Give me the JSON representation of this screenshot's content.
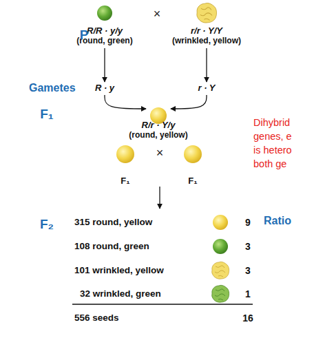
{
  "diagram": {
    "nodes": [
      {
        "text": [
          "R/R · y/y",
          "(round, green)"
        ]
      },
      {
        "text": [
          "r/r · Y/Y",
          "(wrinkled, yellow)"
        ]
      },
      {
        "text": [
          "R · y"
        ]
      },
      {
        "text": [
          "r · Y"
        ]
      },
      {
        "text": [
          "R/r · Y/y",
          "(round, yellow)"
        ]
      }
    ],
    "edges": [
      {
        "from": 0,
        "to": 2,
        "arrow": "to"
      },
      {
        "from": 1,
        "to": 3,
        "arrow": "to"
      },
      {
        "from": 2,
        "to": 4,
        "arrow": "to"
      },
      {
        "from": 3,
        "to": 4,
        "arrow": "to"
      }
    ],
    "labels": [
      "×",
      "P",
      "Gametes",
      "F₁",
      "Dihybrid",
      "genes, e",
      "is hetero",
      "both ge",
      "F₁",
      "×",
      "F₁",
      "F₂",
      "Ratio",
      "315 round, yellow",
      "9",
      "108 round, green",
      "3",
      "101 wrinkled, yellow",
      "3",
      "32 wrinkled, green",
      "1",
      "556 seeds",
      "16"
    ]
  }
}
